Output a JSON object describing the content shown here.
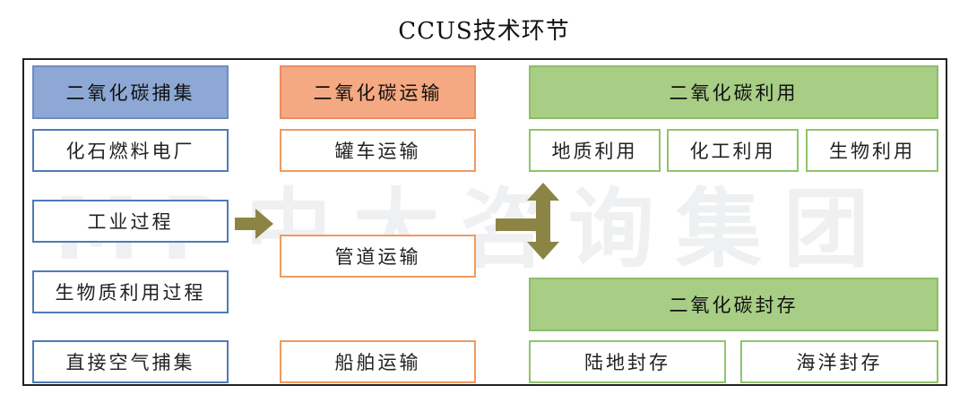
{
  "title": "CCUS技术环节",
  "watermark": "MP中大咨询集团",
  "colors": {
    "capture": "#8ea8d5",
    "transport": "#f5a982",
    "utilize": "#a8ce86",
    "arrow": "#8c8444"
  },
  "capture": {
    "header": "二氧化碳捕集",
    "items": [
      "化石燃料电厂",
      "工业过程",
      "生物质利用过程",
      "直接空气捕集"
    ]
  },
  "transport": {
    "header": "二氧化碳运输",
    "items": [
      "罐车运输",
      "管道运输",
      "船舶运输"
    ]
  },
  "utilization": {
    "header": "二氧化碳利用",
    "items": [
      "地质利用",
      "化工利用",
      "生物利用"
    ]
  },
  "storage": {
    "header": "二氧化碳封存",
    "items": [
      "陆地封存",
      "海洋封存"
    ]
  }
}
